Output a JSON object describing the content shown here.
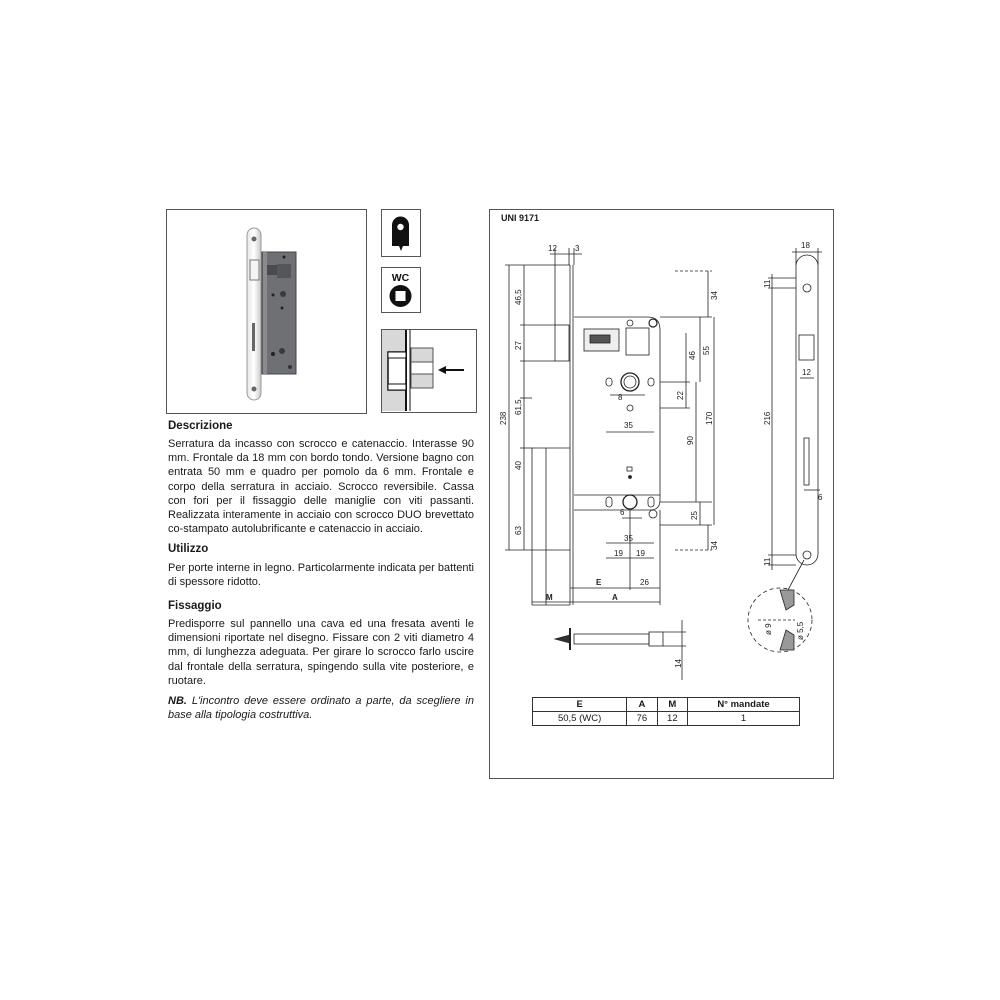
{
  "product": {
    "photo_alt": "mortise-lock-photo",
    "icons": [
      {
        "name": "key-profile-icon"
      },
      {
        "name": "wc-square-spindle-icon",
        "label": "WC"
      },
      {
        "name": "reversible-latch-icon"
      }
    ]
  },
  "sections": {
    "descrizione": {
      "title": "Descrizione",
      "body": "Serratura da incasso con scrocco e catenaccio. Interasse 90 mm. Frontale da 18 mm con bordo tondo. Versione bagno con entrata 50 mm e quadro per pomolo da 6 mm. Frontale e corpo della serratura in acciaio. Scrocco reversibile. Cassa con fori per il fissaggio delle maniglie con viti passanti. Realizzata interamente in acciaio con scrocco DUO brevettato co-stampato autolubrificante e catenaccio in acciaio."
    },
    "utilizzo": {
      "title": "Utilizzo",
      "body": "Per porte interne in legno. Particolarmente indicata per battenti di spessore ridotto."
    },
    "fissaggio": {
      "title": "Fissaggio",
      "body": "Predisporre sul pannello una cava ed una fresata aventi le dimensioni riportate nel disegno. Fissare con 2 viti diametro 4 mm, di lunghezza adeguata. Per girare lo scrocco farlo uscire dal frontale della serratura, spingendo sulla vite posteriore, e ruotare."
    },
    "nb": {
      "label": "NB.",
      "body": " L'incontro deve essere ordinato a parte, da scegliere in base alla tipologia costruttiva."
    }
  },
  "drawing": {
    "standard": "UNI 9171",
    "dimensions": {
      "top_12": "12",
      "top_3": "3",
      "left_46_5": "46,5",
      "left_27": "27",
      "left_61_5": "61,5",
      "left_40": "40",
      "left_63": "63",
      "left_238": "238",
      "right_34_top": "34",
      "right_46": "46",
      "right_55": "55",
      "right_22": "22",
      "right_90": "90",
      "right_170": "170",
      "right_25": "25",
      "right_34_bottom": "34",
      "h_8": "8",
      "h_35_top": "35",
      "h_6": "6",
      "h_35_bottom": "35",
      "h_19a": "19",
      "h_19b": "19",
      "E": "E",
      "h_26": "26",
      "M": "M",
      "A": "A",
      "bolt_14": "14",
      "face_18": "18",
      "face_11_top": "11",
      "face_12": "12",
      "face_216": "216",
      "face_6": "6",
      "face_11_bottom": "11",
      "hole_d9": "ø 9",
      "hole_d5_5": "ø 5,5"
    },
    "table": {
      "headers": [
        "E",
        "A",
        "M",
        "N° mandate"
      ],
      "rows": [
        [
          "50,5 (WC)",
          "76",
          "12",
          "1"
        ]
      ]
    }
  }
}
